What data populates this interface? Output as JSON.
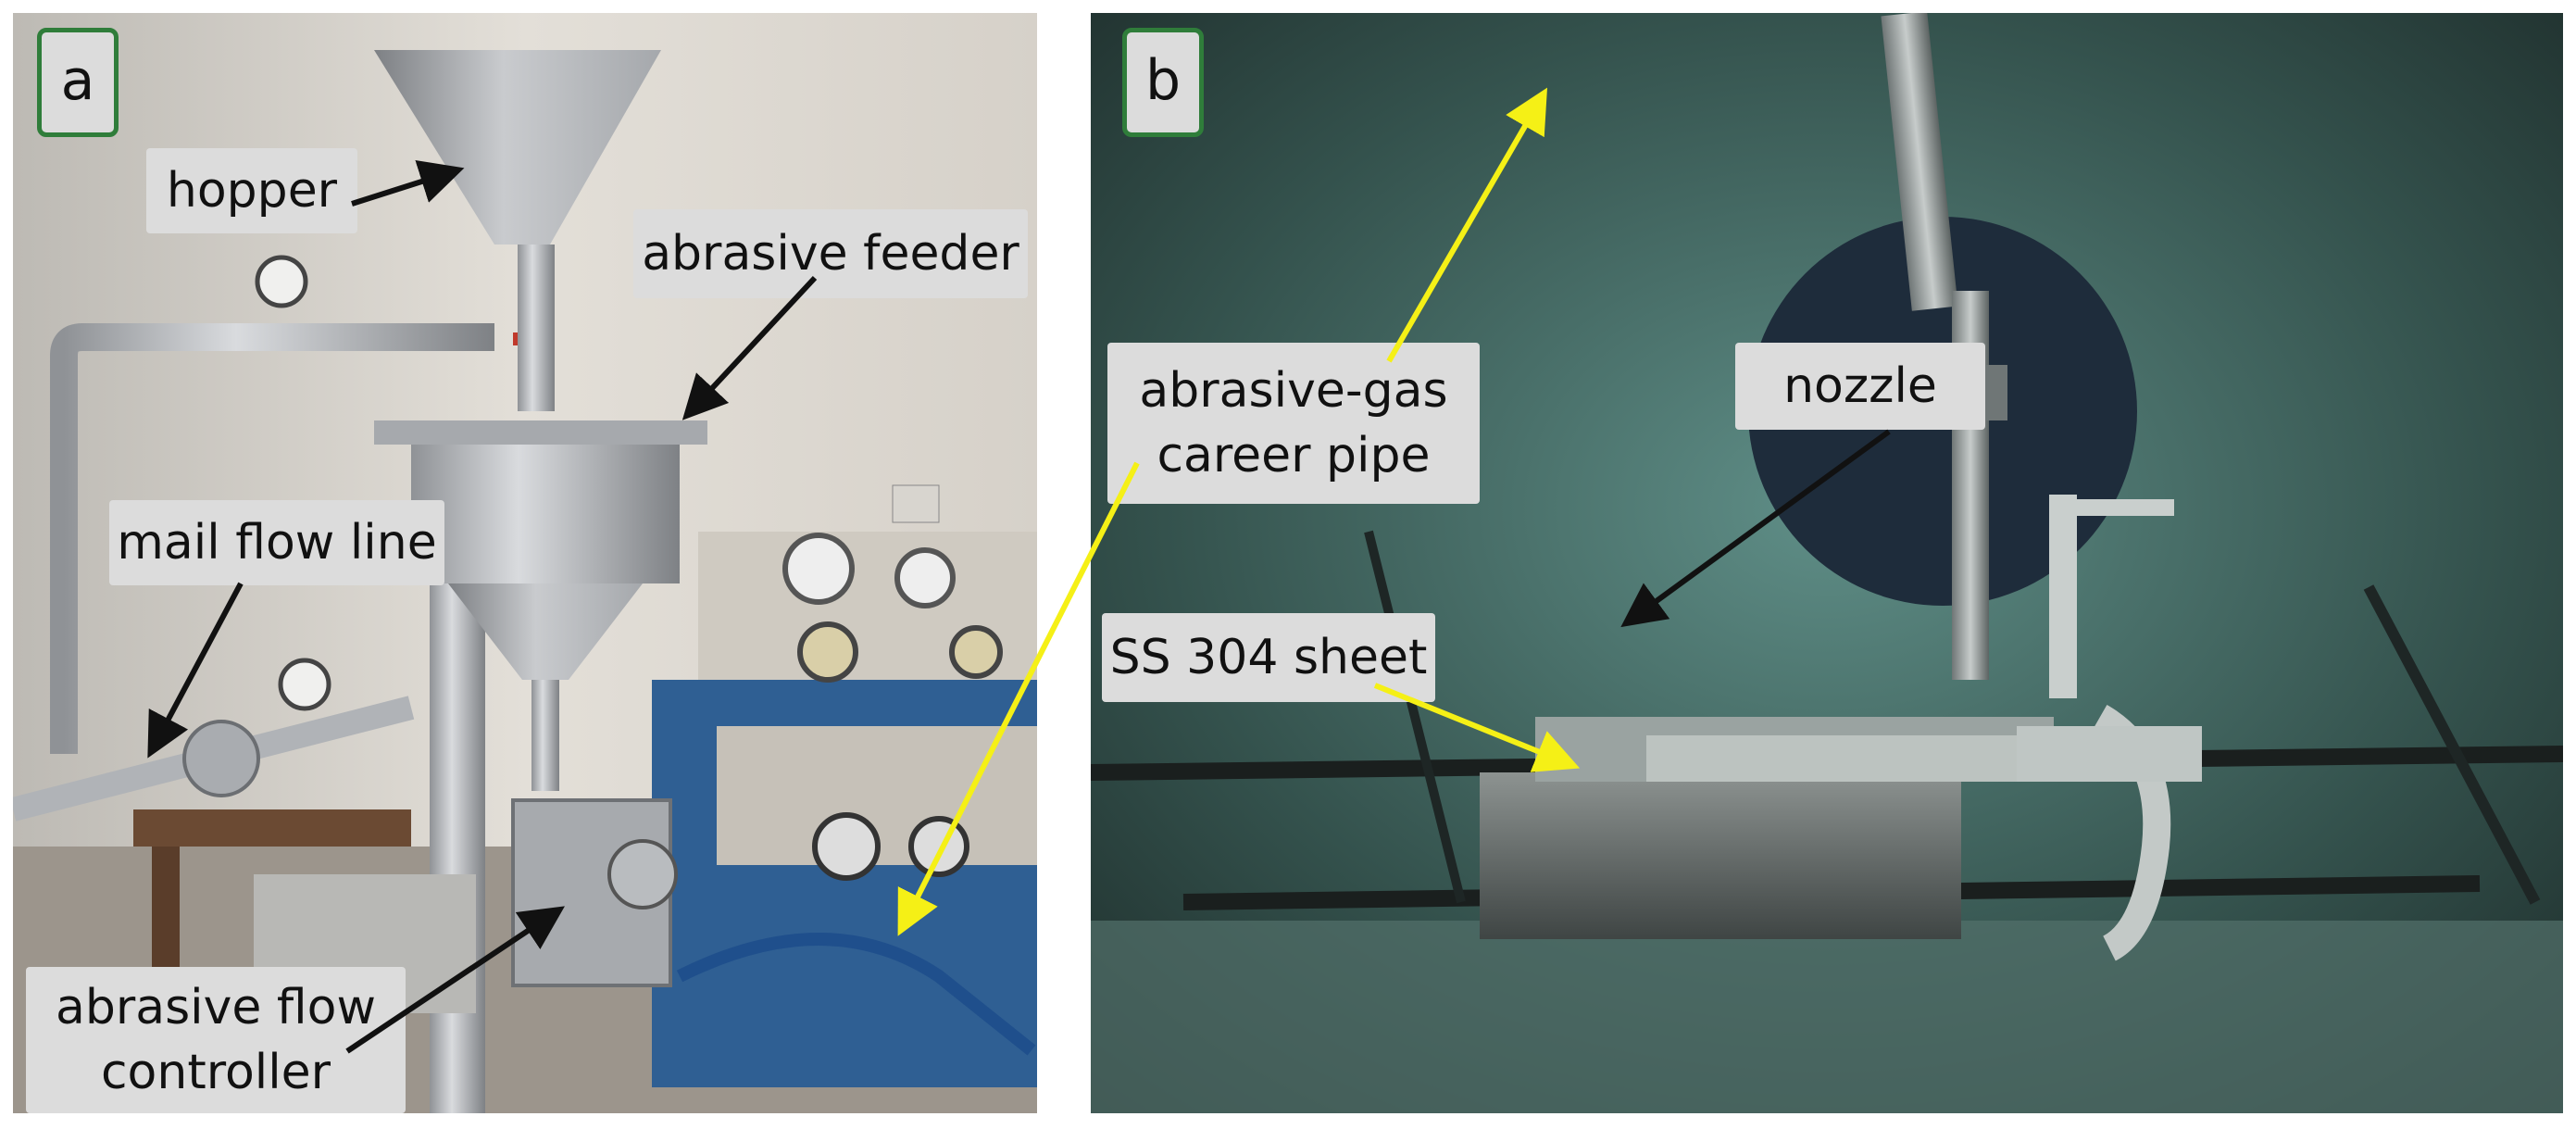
{
  "panels": [
    {
      "letter": "a",
      "labels": {
        "hopper": "hopper",
        "abrasive_feeder": "abrasive feeder",
        "main_flow_line": "mail flow line",
        "abrasive_flow_controller_line1": "abrasive flow",
        "abrasive_flow_controller_line2": "controller"
      }
    },
    {
      "letter": "b",
      "labels": {
        "career_pipe_line1": "abrasive-gas",
        "career_pipe_line2": "career pipe",
        "nozzle": "nozzle",
        "sheet": "SS 304 sheet"
      }
    }
  ],
  "colors": {
    "label_bg": "#dcdcdc",
    "badge_border": "#2f7d3a",
    "arrow_black": "#111111",
    "arrow_yellow": "#f5f016"
  },
  "icons": [
    "arrow",
    "arrow"
  ]
}
